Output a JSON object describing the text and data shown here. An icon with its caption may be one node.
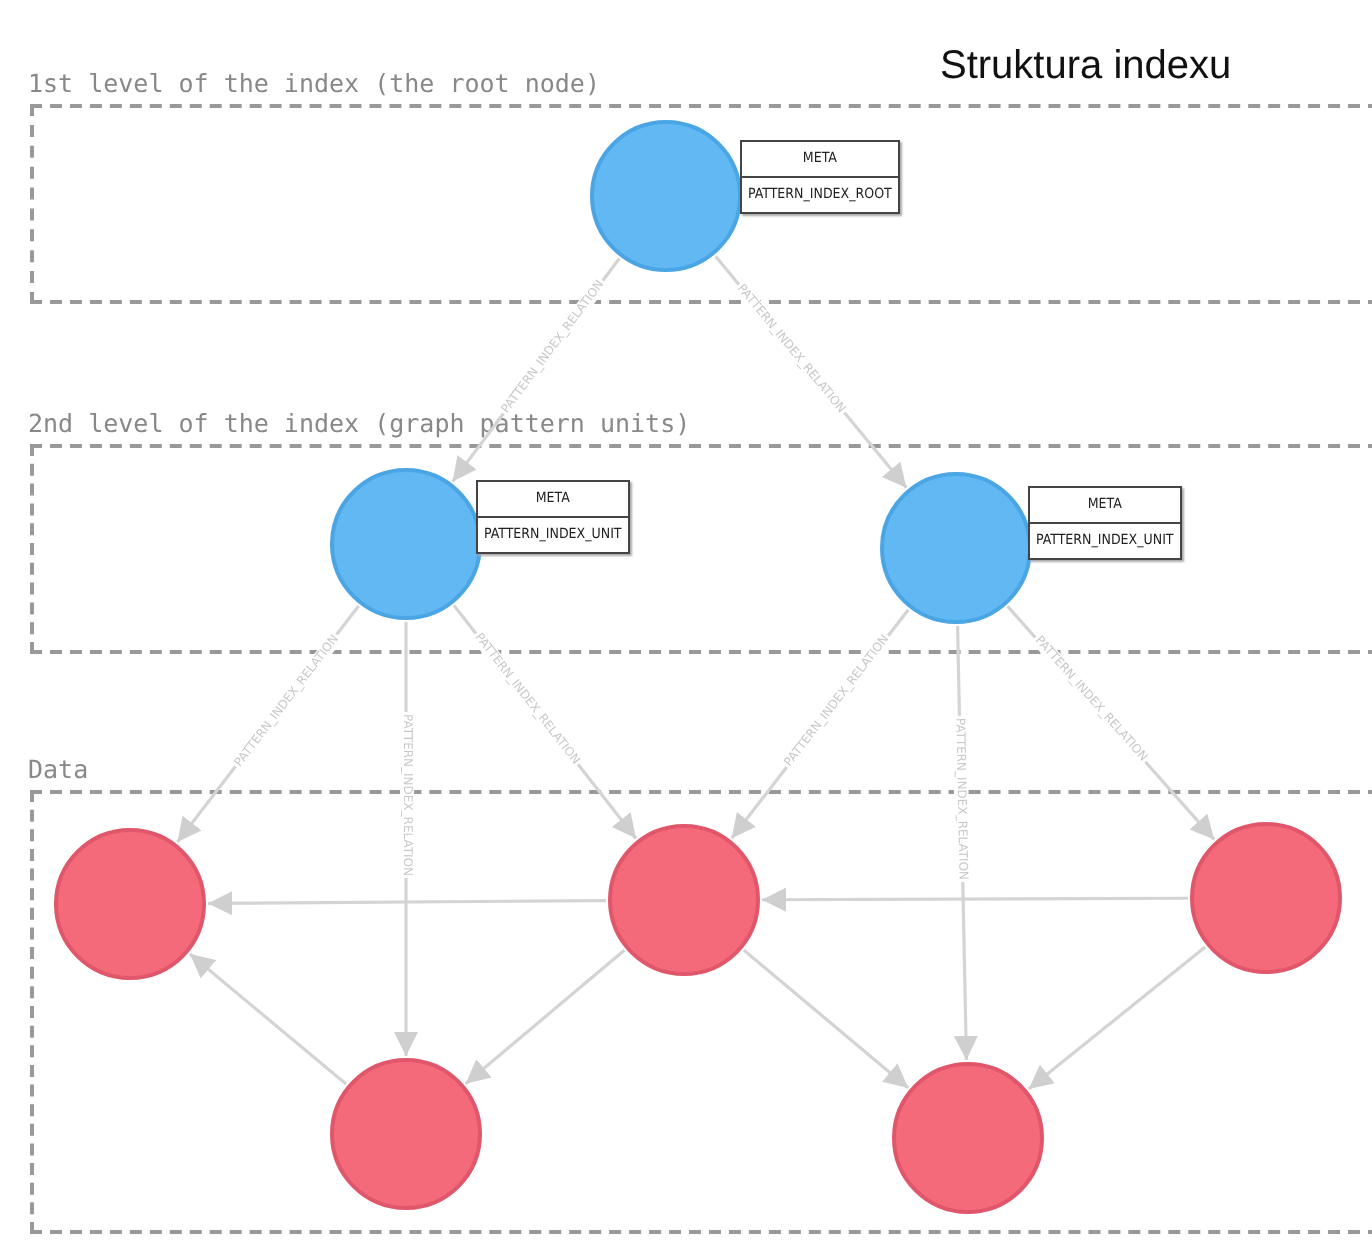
{
  "diagram": {
    "title": "Struktura indexu",
    "nodes": [
      {
        "text": [
          "1st level of the index (the root node)"
        ]
      },
      {
        "text": [],
        "shape": "circle",
        "in": 0,
        "beside": [
          "META",
          "PATTERN_INDEX_ROOT"
        ]
      },
      {
        "text": [
          "2nd level of the index (graph pattern units)"
        ]
      },
      {
        "text": [],
        "shape": "circle",
        "in": 2,
        "beside": [
          "META",
          "PATTERN_INDEX_UNIT"
        ]
      },
      {
        "text": [],
        "shape": "circle",
        "in": 2,
        "beside": [
          "META",
          "PATTERN_INDEX_UNIT"
        ]
      },
      {
        "text": [
          "Data"
        ]
      },
      {
        "text": [],
        "shape": "circle",
        "in": 5
      },
      {
        "text": [],
        "shape": "circle",
        "in": 5
      },
      {
        "text": [],
        "shape": "circle",
        "in": 5
      },
      {
        "text": [],
        "shape": "circle",
        "in": 5
      },
      {
        "text": [],
        "shape": "circle",
        "in": 5
      }
    ],
    "edges": [
      {
        "from": 1,
        "to": 3,
        "arrow": "to",
        "label": "PATTERN_INDEX_RELATION"
      },
      {
        "from": 1,
        "to": 4,
        "arrow": "to",
        "label": "PATTERN_INDEX_RELATION"
      },
      {
        "from": 3,
        "to": 6,
        "arrow": "to",
        "label": "PATTERN_INDEX_RELATION"
      },
      {
        "from": 3,
        "to": 9,
        "arrow": "to",
        "label": "PATTERN_INDEX_RELATION"
      },
      {
        "from": 3,
        "to": 7,
        "arrow": "to",
        "label": "PATTERN_INDEX_RELATION"
      },
      {
        "from": 4,
        "to": 7,
        "arrow": "to",
        "label": "PATTERN_INDEX_RELATION"
      },
      {
        "from": 4,
        "to": 10,
        "arrow": "to",
        "label": "PATTERN_INDEX_RELATION"
      },
      {
        "from": 4,
        "to": 8,
        "arrow": "to",
        "label": "PATTERN_INDEX_RELATION"
      },
      {
        "from": 7,
        "to": 6,
        "arrow": "to"
      },
      {
        "from": 8,
        "to": 7,
        "arrow": "to"
      },
      {
        "from": 9,
        "to": 6,
        "arrow": "to"
      },
      {
        "from": 7,
        "to": 9,
        "arrow": "to"
      },
      {
        "from": 7,
        "to": 10,
        "arrow": "to"
      },
      {
        "from": 8,
        "to": 10,
        "arrow": "to"
      }
    ]
  }
}
